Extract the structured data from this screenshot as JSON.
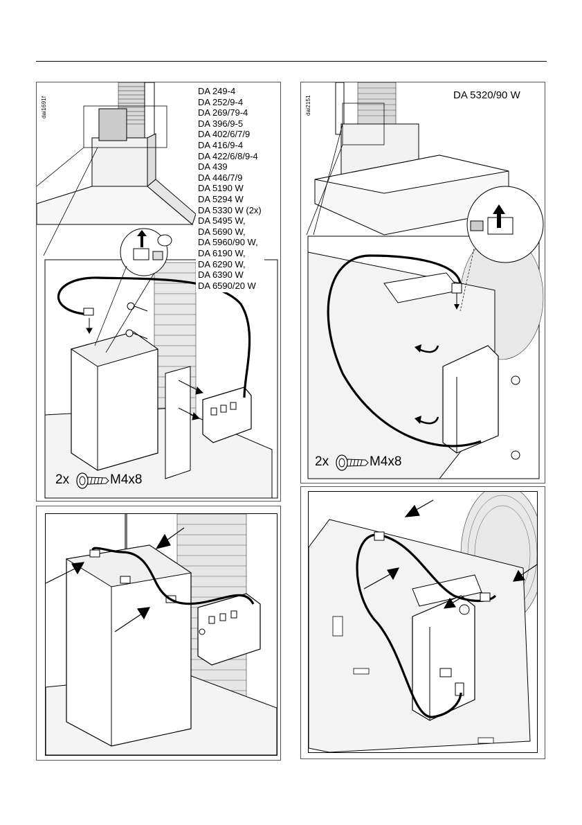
{
  "figures": {
    "top_left": {
      "drawing_code": "dai1691f",
      "models": [
        "DA 249-4",
        "DA 252/9-4",
        "DA 269/79-4",
        "DA 396/9-5",
        "DA 402/6/7/9",
        "DA 416/9-4",
        "DA 422/6/8/9-4",
        "DA 439",
        "DA 446/7/9",
        "DA 5190 W",
        "DA 5294 W",
        "DA 5330 W (2x)",
        "DA 5495 W,",
        "DA 5690 W,",
        "DA 5960/90 W,",
        "DA 6190 W,",
        "DA 6290 W,",
        "DA 6390 W",
        "DA 6590/20 W"
      ],
      "screw": {
        "quantity": "2x",
        "size": "M4x8",
        "icon": "screw-icon"
      }
    },
    "top_right": {
      "drawing_code": "dai2151",
      "model": "DA 5320/90 W",
      "screw": {
        "quantity": "2x",
        "size": "M4x8",
        "icon": "screw-icon"
      }
    },
    "bottom_left": {},
    "bottom_right": {}
  }
}
